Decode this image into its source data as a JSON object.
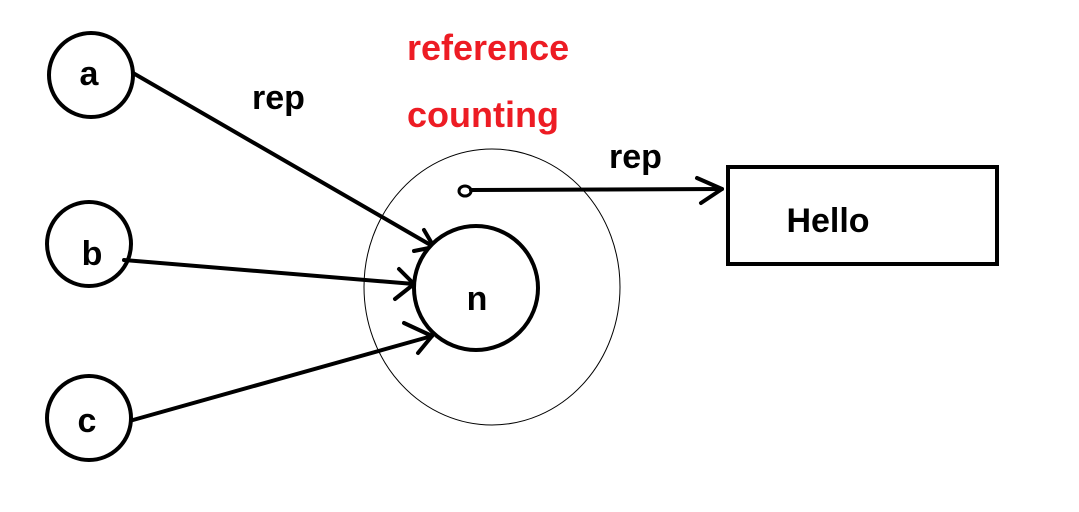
{
  "nodes": {
    "a": "a",
    "b": "b",
    "c": "c",
    "n": "n",
    "hello": "Hello"
  },
  "labels": {
    "rep_left": "rep",
    "rep_right": "rep",
    "title_line1": "reference",
    "title_line2": "counting"
  },
  "colors": {
    "title": "#ed1c24",
    "ink": "#000000"
  }
}
